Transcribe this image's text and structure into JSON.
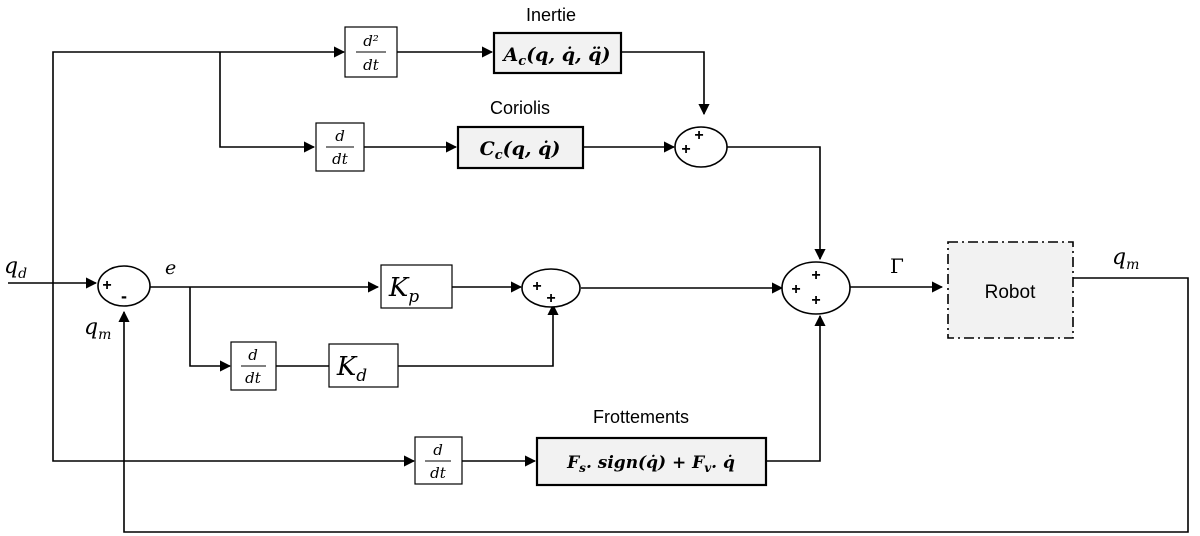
{
  "labels": {
    "inertie": "Inertie",
    "coriolis": "Coriolis",
    "frottements": "Frottements",
    "robot": "Robot"
  },
  "signals": {
    "qd": "q",
    "qd_sub": "d",
    "qm_in": "q",
    "qm_in_sub": "m",
    "e": "e",
    "gamma": "Γ",
    "qm_out": "q",
    "qm_out_sub": "m"
  },
  "blocks": {
    "d2dt_num": "d²",
    "d2dt_den": "dt",
    "ddt_num": "d",
    "ddt_den": "dt",
    "kp": "K",
    "kp_sub": "p",
    "kd": "K",
    "kd_sub": "d",
    "ac": "A",
    "ac_sub": "c",
    "ac_args": "(q, q̇, q̈)",
    "cc": "C",
    "cc_sub": "c",
    "cc_args": "(q, q̇)",
    "fr_fs": "F",
    "fr_fs_sub": "s",
    "fr_mid": ". sign(q̇) + ",
    "fr_fv": "F",
    "fr_fv_sub": "v",
    "fr_end": ". q̇"
  },
  "signs": {
    "plus": "+",
    "minus": "-"
  }
}
